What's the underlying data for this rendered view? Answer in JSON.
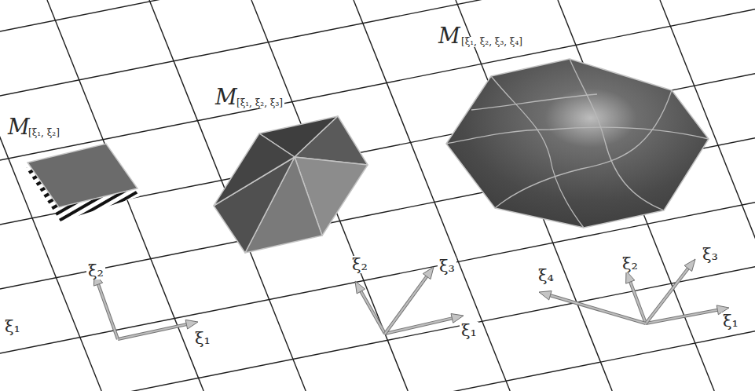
{
  "diagram": {
    "labels": [
      "M",
      "[ξ₁, ξ₂]",
      "M",
      "[ξ₁, ξ₂, ξ₃]",
      "M",
      "[ξ₁, ξ₂, ξ₃, ξ₄]",
      "ξ₁",
      "ξ₂",
      "ξ₁",
      "ξ₂",
      "ξ₃",
      "ξ₁",
      "ξ₄",
      "ξ₂",
      "ξ₃",
      "ξ₁"
    ]
  }
}
